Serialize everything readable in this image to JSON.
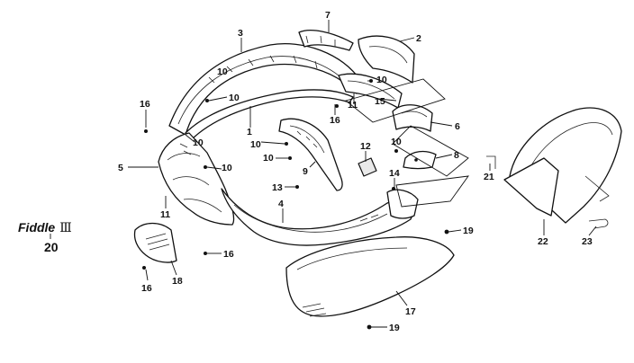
{
  "model": {
    "name": "Fiddle",
    "suffix": "Ⅲ",
    "number": "20"
  },
  "callouts": [
    {
      "id": "c3",
      "text": "3"
    },
    {
      "id": "c7",
      "text": "7"
    },
    {
      "id": "c2",
      "text": "2"
    },
    {
      "id": "c10a",
      "text": "10"
    },
    {
      "id": "c10b",
      "text": "10"
    },
    {
      "id": "c10c",
      "text": "10"
    },
    {
      "id": "c10d",
      "text": "10"
    },
    {
      "id": "c10e",
      "text": "10"
    },
    {
      "id": "c10f",
      "text": "10"
    },
    {
      "id": "c10g",
      "text": "10"
    },
    {
      "id": "c10h",
      "text": "10"
    },
    {
      "id": "c16a",
      "text": "16"
    },
    {
      "id": "c16b",
      "text": "16"
    },
    {
      "id": "c16c",
      "text": "16"
    },
    {
      "id": "c16d",
      "text": "16"
    },
    {
      "id": "c11a",
      "text": "11"
    },
    {
      "id": "c11b",
      "text": "11"
    },
    {
      "id": "c15",
      "text": "15"
    },
    {
      "id": "c1",
      "text": "1"
    },
    {
      "id": "c6",
      "text": "6"
    },
    {
      "id": "c12",
      "text": "12"
    },
    {
      "id": "c8",
      "text": "8"
    },
    {
      "id": "c9",
      "text": "9"
    },
    {
      "id": "c5",
      "text": "5"
    },
    {
      "id": "c13",
      "text": "13"
    },
    {
      "id": "c14",
      "text": "14"
    },
    {
      "id": "c4",
      "text": "4"
    },
    {
      "id": "c21",
      "text": "21"
    },
    {
      "id": "c22",
      "text": "22"
    },
    {
      "id": "c23",
      "text": "23"
    },
    {
      "id": "c19a",
      "text": "19"
    },
    {
      "id": "c19b",
      "text": "19"
    },
    {
      "id": "c17",
      "text": "17"
    },
    {
      "id": "c18",
      "text": "18"
    }
  ]
}
